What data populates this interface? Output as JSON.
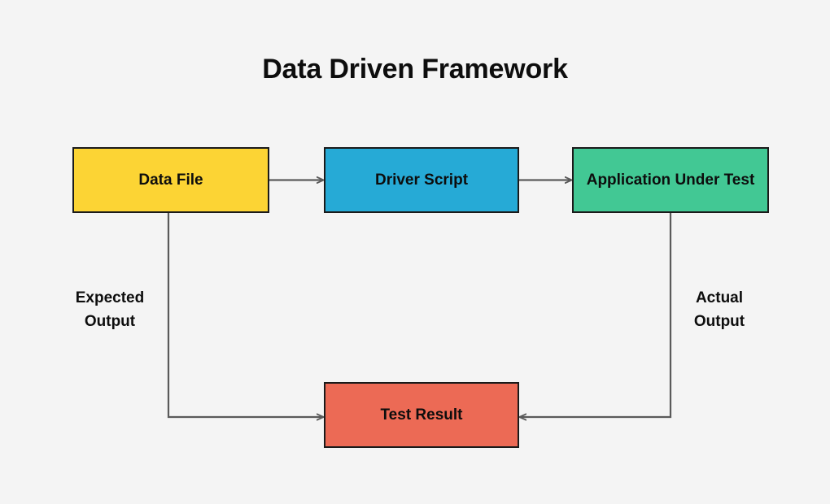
{
  "diagram": {
    "title": "Data Driven Framework",
    "background_color": "#f4f4f4",
    "text_color": "#0d0d0d",
    "connector_color": "#5a5a5a",
    "nodes": [
      {
        "id": "data-file",
        "label": "Data File",
        "color": "#fcd434",
        "border_color": "#1a1a1a"
      },
      {
        "id": "driver",
        "label": "Driver Script",
        "color": "#26aad6",
        "border_color": "#1a1a1a"
      },
      {
        "id": "aut",
        "label": "Application Under Test",
        "color": "#42c894",
        "border_color": "#1a1a1a"
      },
      {
        "id": "test-result",
        "label": "Test Result",
        "color": "#ec6a55",
        "border_color": "#1a1a1a"
      }
    ],
    "edge_labels": [
      {
        "id": "expected",
        "label": "Expected\nOutput"
      },
      {
        "id": "actual",
        "label": "Actual\nOutput"
      }
    ],
    "connections": [
      {
        "from": "data-file",
        "to": "driver",
        "label": ""
      },
      {
        "from": "driver",
        "to": "aut",
        "label": ""
      },
      {
        "from": "data-file",
        "to": "test-result",
        "label": "Expected Output"
      },
      {
        "from": "aut",
        "to": "test-result",
        "label": "Actual Output"
      }
    ]
  }
}
